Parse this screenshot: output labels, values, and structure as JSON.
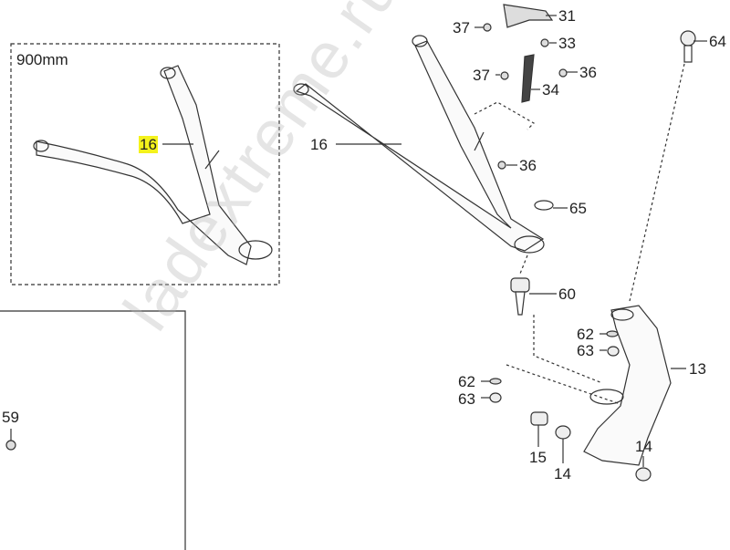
{
  "diagram": {
    "kit_box_label": "900mm",
    "callouts": {
      "kit_arm": "16",
      "arm": "16",
      "p37a": "37",
      "p31": "31",
      "p33": "33",
      "p37b": "37",
      "p36a": "36",
      "p34": "34",
      "p36b": "36",
      "p65": "65",
      "p60": "60",
      "p64": "64",
      "p62a": "62",
      "p63a": "63",
      "p13": "13",
      "p62b": "62",
      "p63b": "63",
      "p15": "15",
      "p14a": "14",
      "p14b": "14",
      "p59": "59"
    },
    "highlight_color": "#f4f21c",
    "watermark": "ladextreme.ru"
  }
}
